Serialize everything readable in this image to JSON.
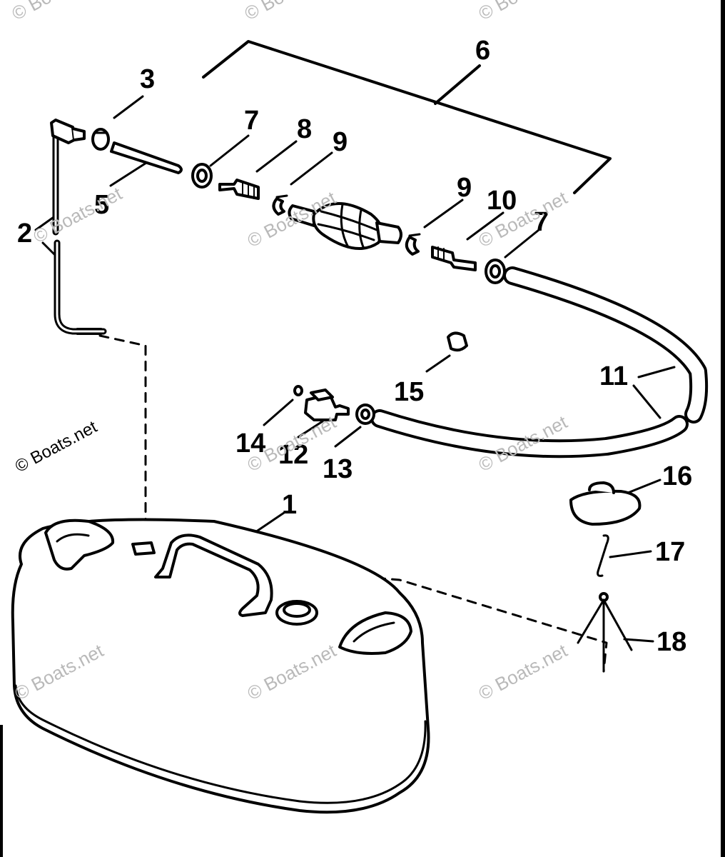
{
  "callouts": {
    "c1": "1",
    "c2": "2",
    "c3": "3",
    "c5": "5",
    "c6": "6",
    "c7a": "7",
    "c7b": "7",
    "c8": "8",
    "c9a": "9",
    "c9b": "9",
    "c10": "10",
    "c11": "11",
    "c12": "12",
    "c13": "13",
    "c14": "14",
    "c15": "15",
    "c16": "16",
    "c17": "17",
    "c18": "18"
  },
  "watermark": {
    "text": "© Boats.net"
  },
  "colors": {
    "line": "#000000",
    "watermark": "#b9b9b9",
    "background": "#ffffff"
  }
}
